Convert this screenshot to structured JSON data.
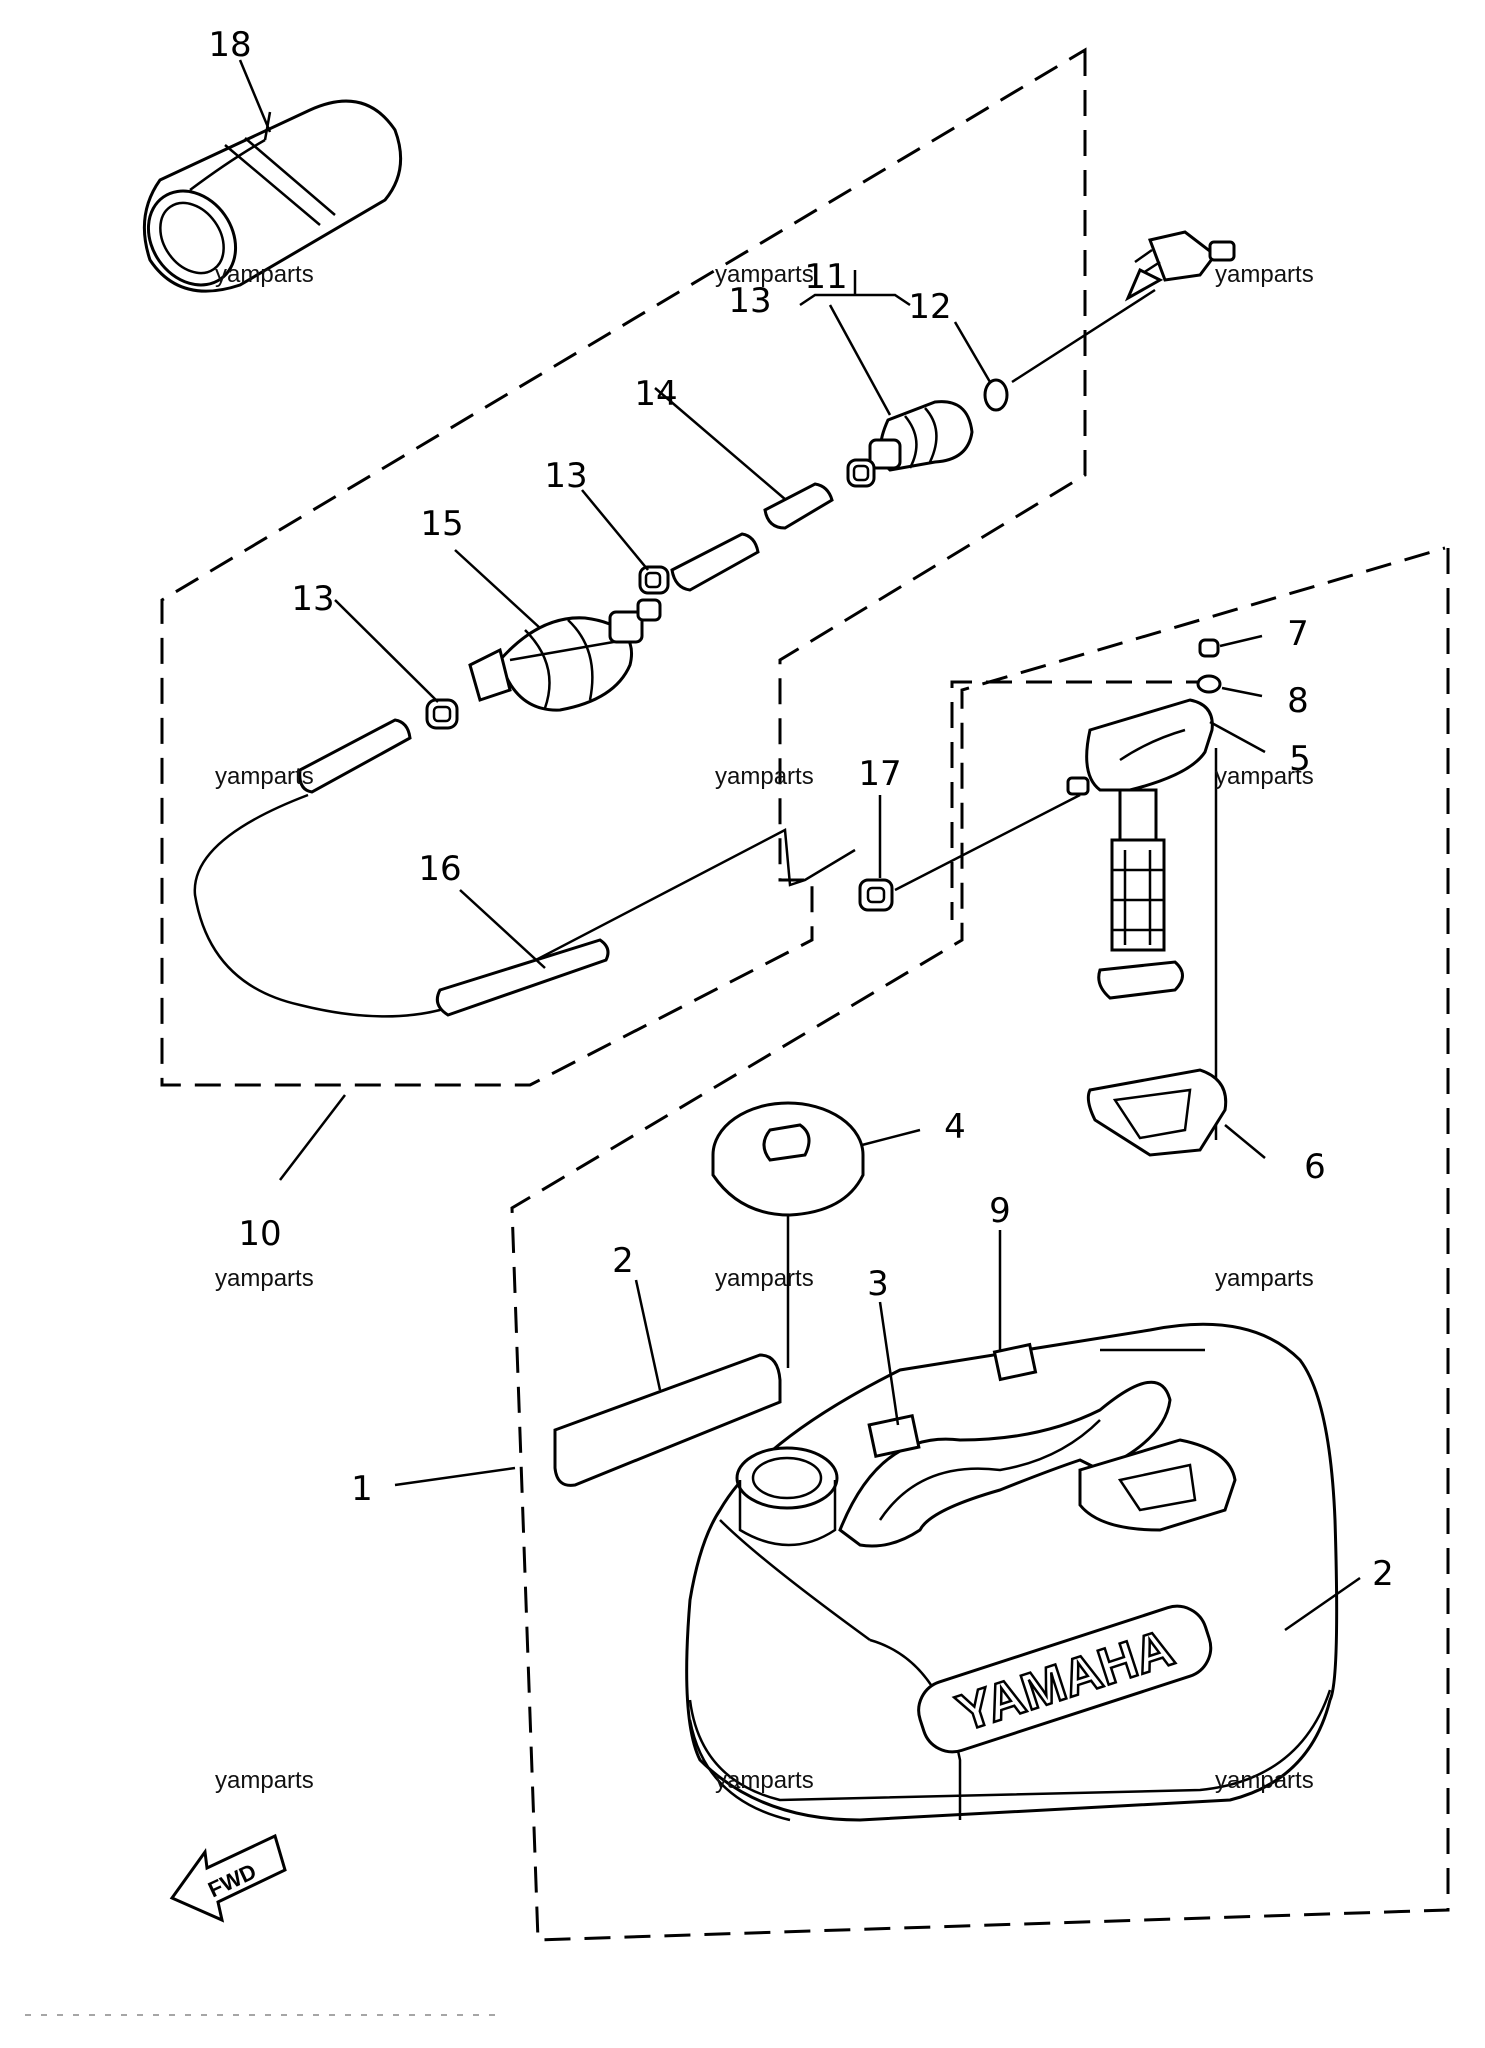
{
  "callouts": {
    "c1": "1",
    "c2a": "2",
    "c2b": "2",
    "c3": "3",
    "c4": "4",
    "c5": "5",
    "c6": "6",
    "c7": "7",
    "c8": "8",
    "c9": "9",
    "c10": "10",
    "c11": "11",
    "c12": "12",
    "c13a": "13",
    "c13b": "13",
    "c13c": "13",
    "c14": "14",
    "c15": "15",
    "c16": "16",
    "c17": "17",
    "c18": "18"
  },
  "watermark": "yamparts",
  "brand_text": "YAMAHA",
  "fwd_label": "FWD",
  "icons": [
    "fwd-arrow-icon"
  ],
  "colors": {
    "ink": "#000000",
    "background": "#ffffff"
  }
}
